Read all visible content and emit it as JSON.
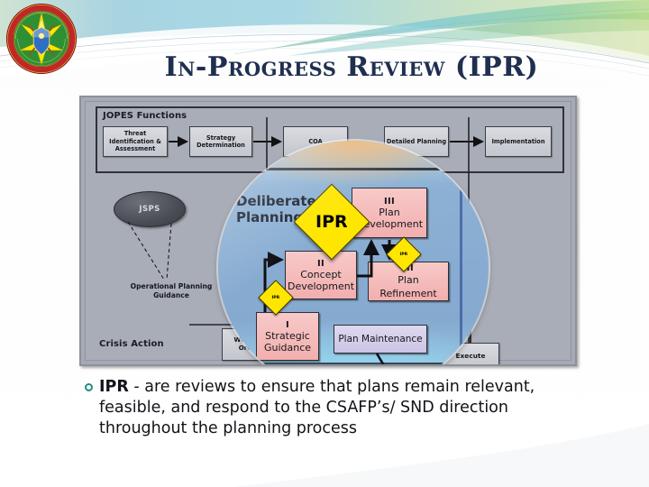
{
  "slide": {
    "title": "In-Progress Review (IPR)",
    "accent_color": "#1f2f50",
    "bullet_marker_color": "#1e8f7e"
  },
  "seal": {
    "name": "afp-joint-staff-seal",
    "ring_text": "THE DEFENSE FORCE OF THE PHILIPPINES",
    "colors": {
      "ring": "#b22222",
      "field": "#2e8b2e",
      "star": "#ffe000",
      "shield": "#1f5fbf"
    }
  },
  "diagram": {
    "name": "jopes-deliberate-planning-diagram",
    "panels": [
      {
        "id": "jopes",
        "title": "JOPES Functions"
      },
      {
        "id": "crisis",
        "title": "Crisis Action"
      },
      {
        "id": "deliberate",
        "title_line1": "Deliberate",
        "title_line2": "Planning"
      }
    ],
    "jopes_boxes": [
      "Threat Identification & Assessment",
      "Strategy Determination",
      "COA",
      "Detailed Planning",
      "Implementation"
    ],
    "phase_boxes": [
      {
        "numeral": "I",
        "label": "Strategic Guidance"
      },
      {
        "numeral": "II",
        "label": "Concept Development"
      },
      {
        "numeral": "III",
        "label": "Plan Development"
      },
      {
        "numeral": "III",
        "label": "Plan Refinement"
      }
    ],
    "maintenance_box": "Plan Maintenance",
    "warning_box": "Warning Order",
    "execute_box": "Execute",
    "jsps_oval": "JSPS",
    "guidance_label_line1": "Operational Planning",
    "guidance_label_line2": "Guidance",
    "ipr_markers": {
      "magnified_label": "IPR",
      "small_label": "IPR"
    },
    "lens_colors": {
      "tint": "#8db1d4",
      "highlight": "#96e1fa",
      "warm": "#f6b060",
      "diamond": "#ffe600"
    }
  },
  "bullet": {
    "lead": "IPR",
    "body": " - are reviews to ensure that plans remain relevant, feasible, and respond to the CSAFP’s/ SND direction throughout the planning process"
  }
}
